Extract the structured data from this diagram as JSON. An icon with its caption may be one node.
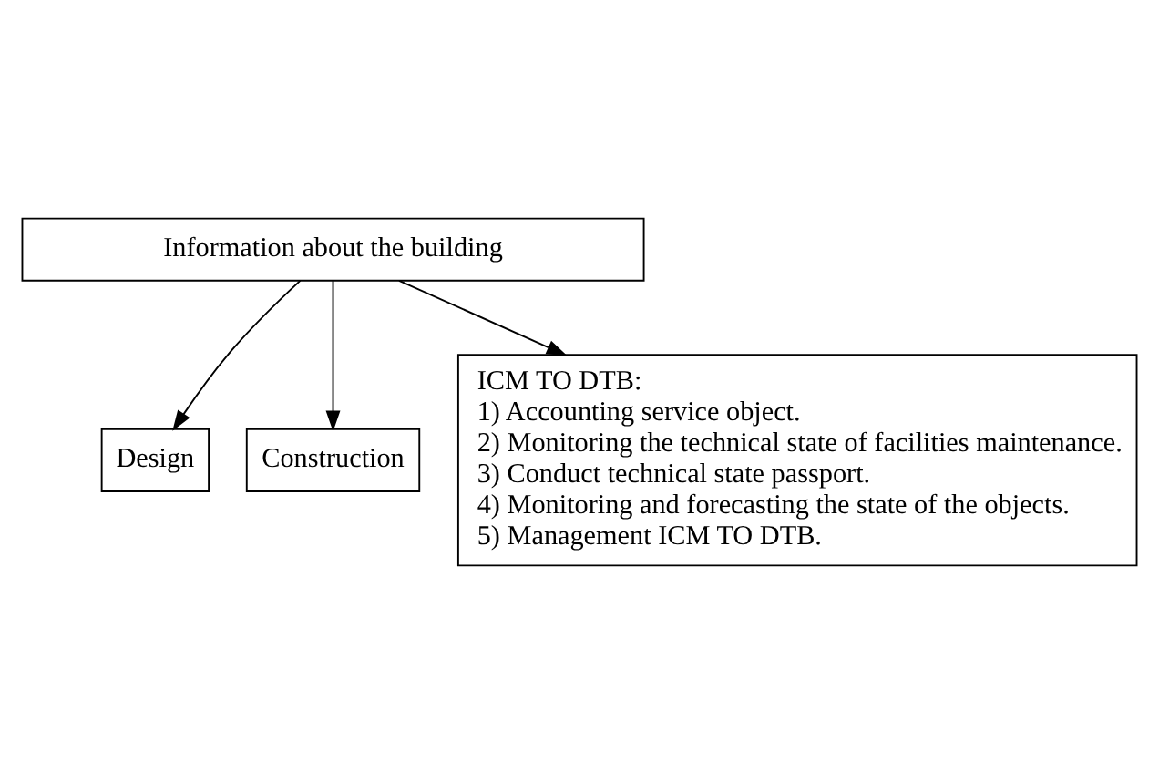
{
  "diagram": {
    "nodes": [
      {
        "text": [
          "Information about the building"
        ]
      },
      {
        "text": [
          "Design"
        ]
      },
      {
        "text": [
          "Construction"
        ]
      },
      {
        "text": [
          "ICM TO DTB:",
          "1) Accounting service object.",
          "2) Monitoring the technical state of facilities maintenance.",
          "3) Conduct technical state passport.",
          "4) Monitoring and forecasting the state of the objects.",
          "5) Management ICM TO DTB."
        ]
      }
    ],
    "edges": [
      {
        "from": 0,
        "to": 1,
        "arrow": "to"
      },
      {
        "from": 0,
        "to": 2,
        "arrow": "to"
      },
      {
        "from": 0,
        "to": 3,
        "arrow": "to"
      }
    ]
  }
}
